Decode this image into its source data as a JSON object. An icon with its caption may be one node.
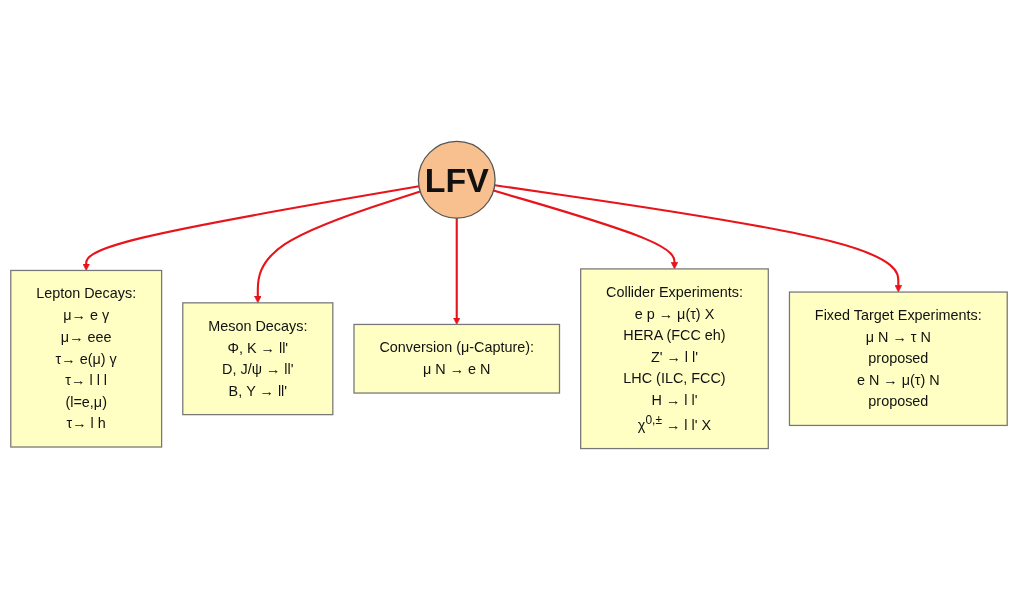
{
  "diagram": {
    "nodes": [
      {
        "text": [
          "Lepton Decays:",
          "μ→ e γ",
          "μ→ eee",
          "τ→ e(μ) γ",
          "τ→ l l l",
          "(l=e,μ)",
          "τ→ l h"
        ]
      },
      {
        "text": [
          "Meson Decays:",
          "Φ, K → ll'",
          "D, J/ψ → ll'",
          "B, Υ → ll'"
        ]
      },
      {
        "text": [
          "Conversion (μ-Capture):",
          "μ N → e N"
        ]
      },
      {
        "text": [
          "LFV"
        ]
      },
      {
        "text": [
          "Collider Experiments:",
          "e p → μ(τ) X",
          "HERA (FCC eh)",
          "Z' → l l'",
          "LHC (ILC, FCC)",
          "H → l l'",
          "χ$^{0,±}$ → l l' X"
        ]
      },
      {
        "text": [
          "Fixed Target Experiments:",
          "μ N → τ N",
          "proposed",
          "e N → μ(τ) N",
          "proposed"
        ]
      }
    ],
    "edges": [
      {
        "from": 3,
        "to": 0,
        "arrow": "to"
      },
      {
        "from": 3,
        "to": 1,
        "arrow": "to"
      },
      {
        "from": 3,
        "to": 2,
        "arrow": "to"
      },
      {
        "from": 3,
        "to": 4,
        "arrow": "to"
      },
      {
        "from": 3,
        "to": 5,
        "arrow": "to"
      }
    ]
  }
}
